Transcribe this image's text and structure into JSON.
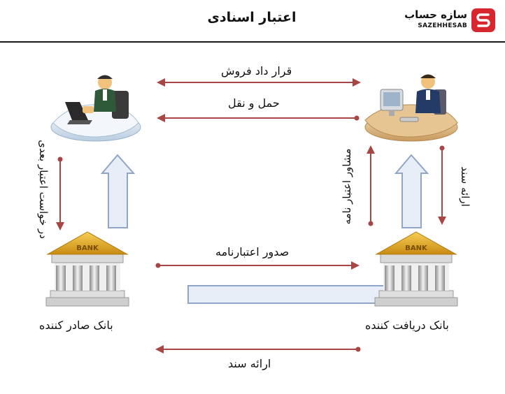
{
  "header": {
    "title": "اعتبار اسنادی",
    "logo_fa": "سازه حساب",
    "logo_en": "SAZEHHESAB"
  },
  "diagram": {
    "top_arrow_1_label": "قرار داد فروش",
    "top_arrow_2_label": "حمل و نقل",
    "left_vertical_label": "در خواست اعتبار بعدی",
    "right_vertical_label_1": "مشاور اعتبار نامه",
    "right_vertical_label_2": "ارائه سند",
    "middle_arrow_label": "صدور اعتبارنامه",
    "bottom_arrow_label": "ارائه سند",
    "bank_sign": "BANK",
    "issuing_bank_label": "بانک صادر کننده",
    "receiving_bank_label": "بانک دریافت کننده"
  },
  "colors": {
    "arrow": "#a84545",
    "block_arrow_fill": "#e8eef8",
    "block_arrow_stroke": "#8fa6c6",
    "desk": "#e6c79a",
    "bank_roof": "#d9a21a"
  }
}
